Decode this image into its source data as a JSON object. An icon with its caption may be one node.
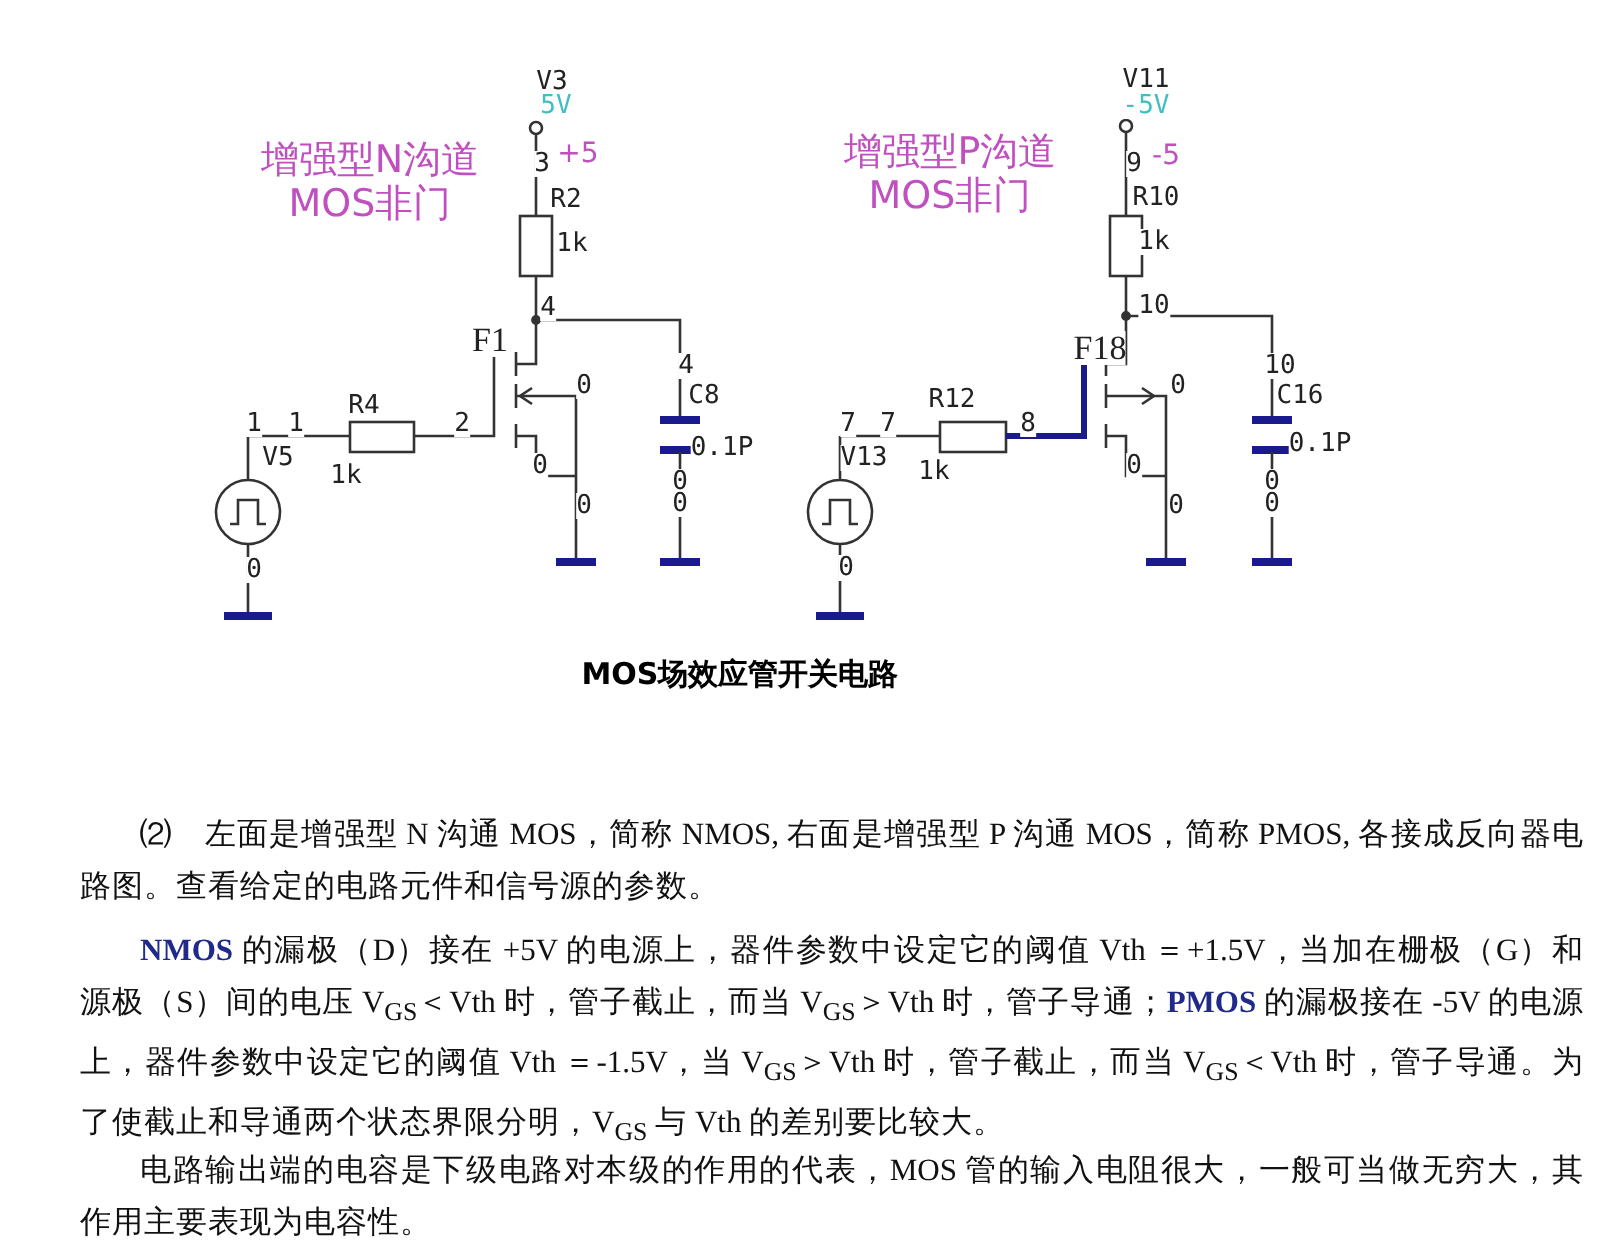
{
  "diagram": {
    "caption": "MOS场效应管开关电路",
    "labels": [
      "增强型N沟道MOS非门",
      "V3",
      "5V",
      "3",
      "+5",
      "R2",
      "1k",
      "4",
      "F1",
      "0",
      "4",
      "C8",
      "0.1P",
      "1",
      "1",
      "R4",
      "2",
      "V5",
      "1k",
      "0",
      "0",
      "0",
      "0",
      "0",
      "增强型P沟道MOS非门",
      "V11",
      "-5V",
      "9",
      "-5",
      "R10",
      "1k",
      "10",
      "F18",
      "0",
      "10",
      "C16",
      "0.1P",
      "7",
      "7",
      "R12",
      "8",
      "V13",
      "1k",
      "0",
      "0",
      "0",
      "0",
      "0",
      "⑵　左面是增强型 N 沟通 MOS，简称 NMOS, 右面是增强型 P 沟通 MOS，简称 PMOS, 各接成反向器电路图。查看给定的电路元件和信号源的参数。",
      "**NMOS** 的漏极（D）接在 +5V 的电源上，器件参数中设定它的阈值 Vth ＝+1.5V，当加在栅极（G）和源极（S）间的电压 V$_{GS}$＜Vth 时，管子截止，而当 V$_{GS}$＞Vth 时，管子导通；**PMOS** 的漏极接在 -5V 的电源上，器件参数中设定它的阈值 Vth ＝-1.5V，当 V$_{GS}$＞Vth 时，管子截止，而当 V$_{GS}$＜Vth 时，管子导通。为了使截止和导通两个状态界限分明，V$_{GS}$ 与 Vth 的差别要比较大。",
      "电路输出端的电容是下级电路对本级的作用的代表，MOS 管的输入电阻很大，一般可当做无穷大，其作用主要表现为电容性。"
    ]
  }
}
